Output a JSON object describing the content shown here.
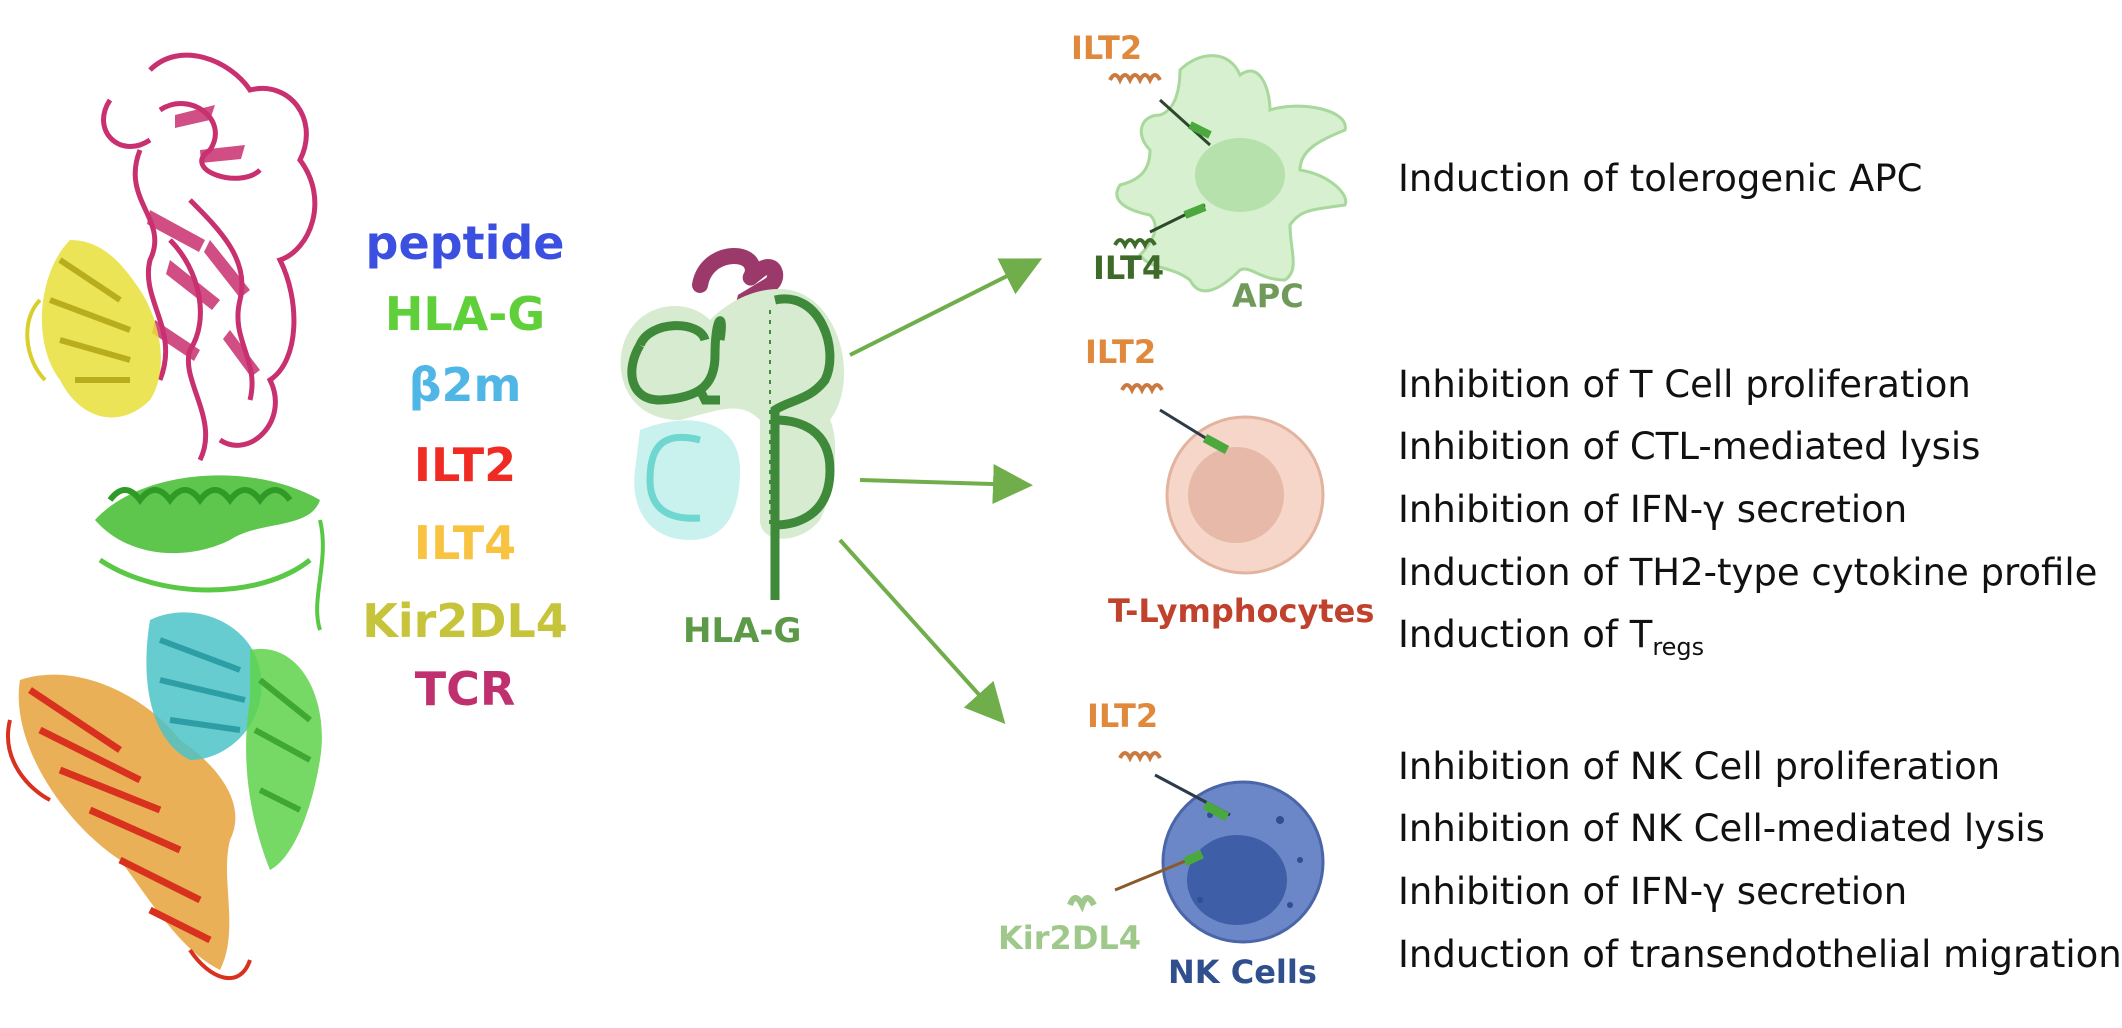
{
  "legend": {
    "items": [
      {
        "label": "peptide",
        "color": "#3b4fe0"
      },
      {
        "label": "HLA-G",
        "color": "#5fcf3a"
      },
      {
        "label": "β2m",
        "color": "#4fb6e6"
      },
      {
        "label": "ILT2",
        "color": "#ef2b23"
      },
      {
        "label": "ILT4",
        "color": "#f7c340"
      },
      {
        "label": "Kir2DL4",
        "color": "#c6c43a"
      },
      {
        "label": "TCR",
        "color": "#c0306e"
      }
    ]
  },
  "center": {
    "hla_label": "HLA-G"
  },
  "cells": {
    "apc": {
      "name": "APC",
      "receptor_top": "ILT2",
      "receptor_bottom": "ILT4"
    },
    "tcell": {
      "name": "T-Lymphocytes",
      "receptor": "ILT2"
    },
    "nk": {
      "name": "NK Cells",
      "receptor": "ILT2",
      "receptor_kir": "Kir2DL4"
    }
  },
  "effects": {
    "apc": [
      "Induction of tolerogenic APC"
    ],
    "tcell": [
      "Inhibition of T Cell proliferation",
      "Inhibition of CTL-mediated lysis",
      "Inhibition of IFN-γ secretion",
      "Induction of TH2-type cytokine profile"
    ],
    "tcell_tregs_prefix": "Induction of T",
    "tcell_tregs_sub": "regs",
    "nk": [
      "Inhibition of NK Cell proliferation",
      "Inhibition of NK Cell-mediated lysis",
      "Inhibition of IFN-γ secretion",
      "Induction of transendothelial migration"
    ]
  },
  "colors": {
    "ilt2_label": "#e0893c",
    "ilt4_label": "#3f6b2a",
    "apc_label": "#6f9a5a",
    "tcell_label": "#c0412c",
    "nk_label": "#2f4f8e",
    "kir_label": "#9ec98a",
    "hla_label": "#5c9a48",
    "arrow": "#6fae4a"
  }
}
